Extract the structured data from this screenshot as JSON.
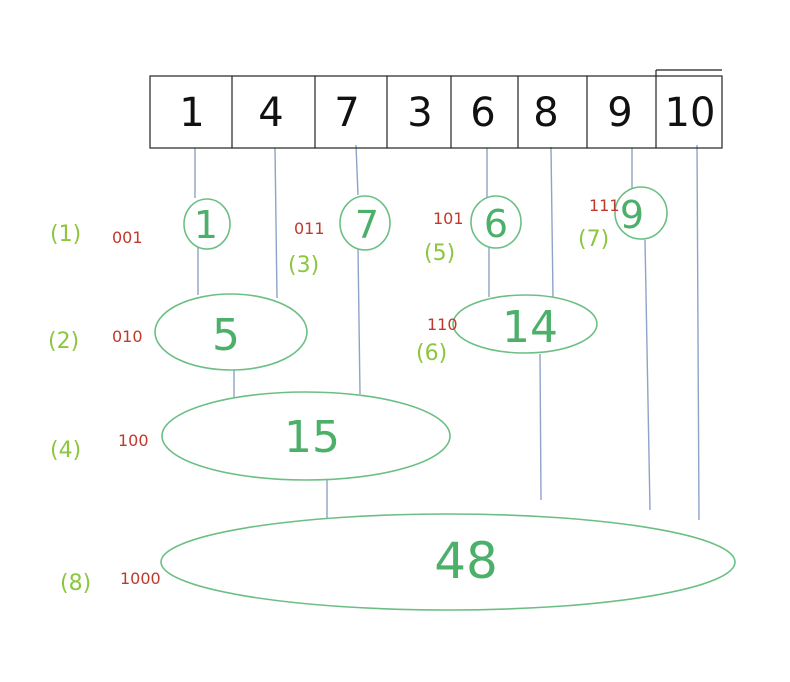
{
  "array": [
    "1",
    "4",
    "7",
    "3",
    "6",
    "8",
    "9",
    "10"
  ],
  "nodes": [
    {
      "value": "1",
      "index": "(1)",
      "binary": "001"
    },
    {
      "value": "7",
      "index": "(3)",
      "binary": "011"
    },
    {
      "value": "6",
      "index": "(5)",
      "binary": "101"
    },
    {
      "value": "9",
      "index": "(7)",
      "binary": "111"
    },
    {
      "value": "5",
      "index": "(2)",
      "binary": "010"
    },
    {
      "value": "14",
      "index": "(6)",
      "binary": "110"
    },
    {
      "value": "15",
      "index": "(4)",
      "binary": "100"
    },
    {
      "value": "48",
      "index": "(8)",
      "binary": "1000"
    }
  ],
  "colors": {
    "array_ink": "#111111",
    "node_ink": "#4caf6a",
    "index_ink": "#8cc63f",
    "binary_ink": "#c0392b",
    "connector": "#8fa3c8"
  }
}
